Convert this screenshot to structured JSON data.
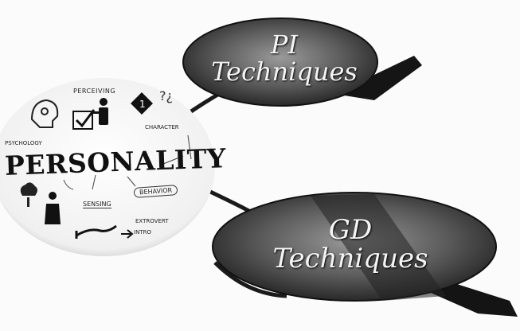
{
  "nodes": {
    "pi": {
      "line1": "PI",
      "line2": "Techniques"
    },
    "gd": {
      "line1": "GD",
      "line2": "Techniques"
    }
  },
  "personality_image": {
    "main_word": "PERSONALITY",
    "labels": {
      "perceiving": "PERCEIVING",
      "character": "CHARACTER",
      "psychology": "PSYCHOLOGY",
      "behavior": "BEHAVIOR",
      "sensing": "SENSING",
      "extrovert": "EXTROVERT",
      "introvert": "INTRO"
    }
  },
  "colors": {
    "oval_dark": "#2a2a2a",
    "oval_mid": "#8a8a8a",
    "connector": "#1a1a1a",
    "circle_fill": "#f4f4f4"
  }
}
